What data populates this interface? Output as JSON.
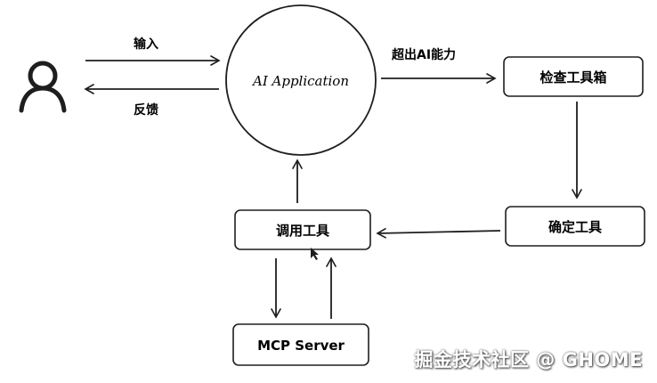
{
  "nodes": {
    "user": {
      "icon": "user-icon"
    },
    "ai_app": {
      "label": "AI Application"
    },
    "check_toolbox": {
      "label": "检查工具箱"
    },
    "determine_tool": {
      "label": "确定工具"
    },
    "call_tool": {
      "label": "调用工具"
    },
    "mcp_server": {
      "label": "MCP Server"
    }
  },
  "edges": {
    "input": {
      "label": "输入"
    },
    "feedback": {
      "label": "反馈"
    },
    "beyond_ai": {
      "label": "超出AI能力"
    }
  },
  "watermark": {
    "text": "掘金技术社区 @ GHOME"
  },
  "colors": {
    "stroke": "#1e1e1e",
    "background": "#ffffff"
  }
}
